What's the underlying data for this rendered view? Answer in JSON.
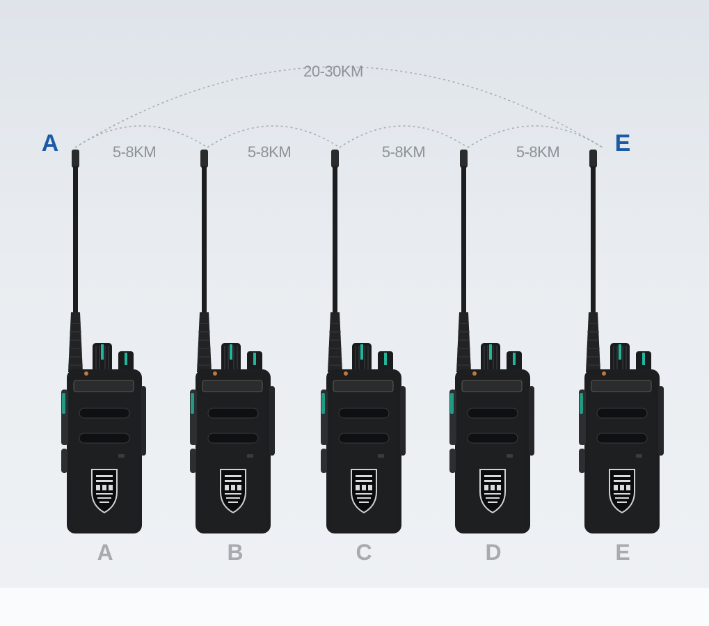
{
  "diagram": {
    "long_range": {
      "label": "20-30KM",
      "from": "A",
      "to": "E"
    },
    "hops": [
      {
        "label": "5-8KM",
        "from": "A",
        "to": "B"
      },
      {
        "label": "5-8KM",
        "from": "B",
        "to": "C"
      },
      {
        "label": "5-8KM",
        "from": "C",
        "to": "D"
      },
      {
        "label": "5-8KM",
        "from": "D",
        "to": "E"
      }
    ],
    "end_labels": {
      "start": "A",
      "end": "E"
    },
    "radios": [
      {
        "id": "A",
        "label": "A"
      },
      {
        "id": "B",
        "label": "B"
      },
      {
        "id": "C",
        "label": "C"
      },
      {
        "id": "D",
        "label": "D"
      },
      {
        "id": "E",
        "label": "E"
      }
    ]
  },
  "colors": {
    "accent_blue": "#1a5aa6",
    "radio_label_gray": "#a7abb0",
    "arc_gray": "#a8adb3",
    "radio_body": "#1d1e20",
    "knob_teal": "#22b59a"
  }
}
